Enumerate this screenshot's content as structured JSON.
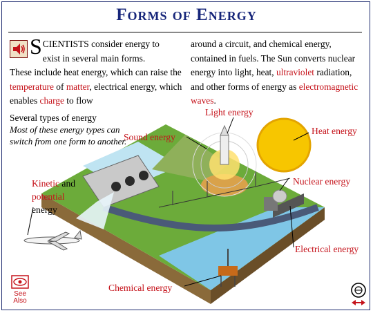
{
  "page": {
    "title": "Forms of Energy"
  },
  "intro": {
    "dropcap": "S",
    "first_word": "CIENTISTS",
    "left_line1_rest": " consider energy to",
    "left_line2_cap": "S",
    "left_line2_rest": "exist in several main forms.",
    "left_p3": "These include heat energy, which can raise the ",
    "link_temperature": "temperature",
    "left_p4": " of ",
    "link_matter": "matter",
    "left_p5": ", electrical energy, which enables ",
    "link_charge": "charge",
    "left_p6": " to flow",
    "right_p1": "around a circuit, and chemical energy, contained in fuels. The Sun converts nuclear energy into light, heat, ",
    "link_ultraviolet": "ultraviolet",
    "right_p2": " radiation, and other forms of energy as ",
    "link_em_waves": "electromagnetic waves",
    "right_p3": "."
  },
  "types": {
    "heading": "Several types of energy",
    "note": "Most of these energy types can switch from one form to another."
  },
  "labels": {
    "light": "Light energy",
    "sound": "Sound energy",
    "heat": "Heat energy",
    "nuclear": "Nuclear energy",
    "kinetic": "Kinetic",
    "and": " and",
    "potential": "potential",
    "energy": "energy",
    "electrical": "Electrical energy",
    "chemical": "Chemical energy"
  },
  "see_also": {
    "line1": "See",
    "line2": "Also"
  },
  "colors": {
    "title": "#17267a",
    "link": "#c5121a",
    "sun": "#f7c600",
    "grass": "#6cab3a"
  }
}
